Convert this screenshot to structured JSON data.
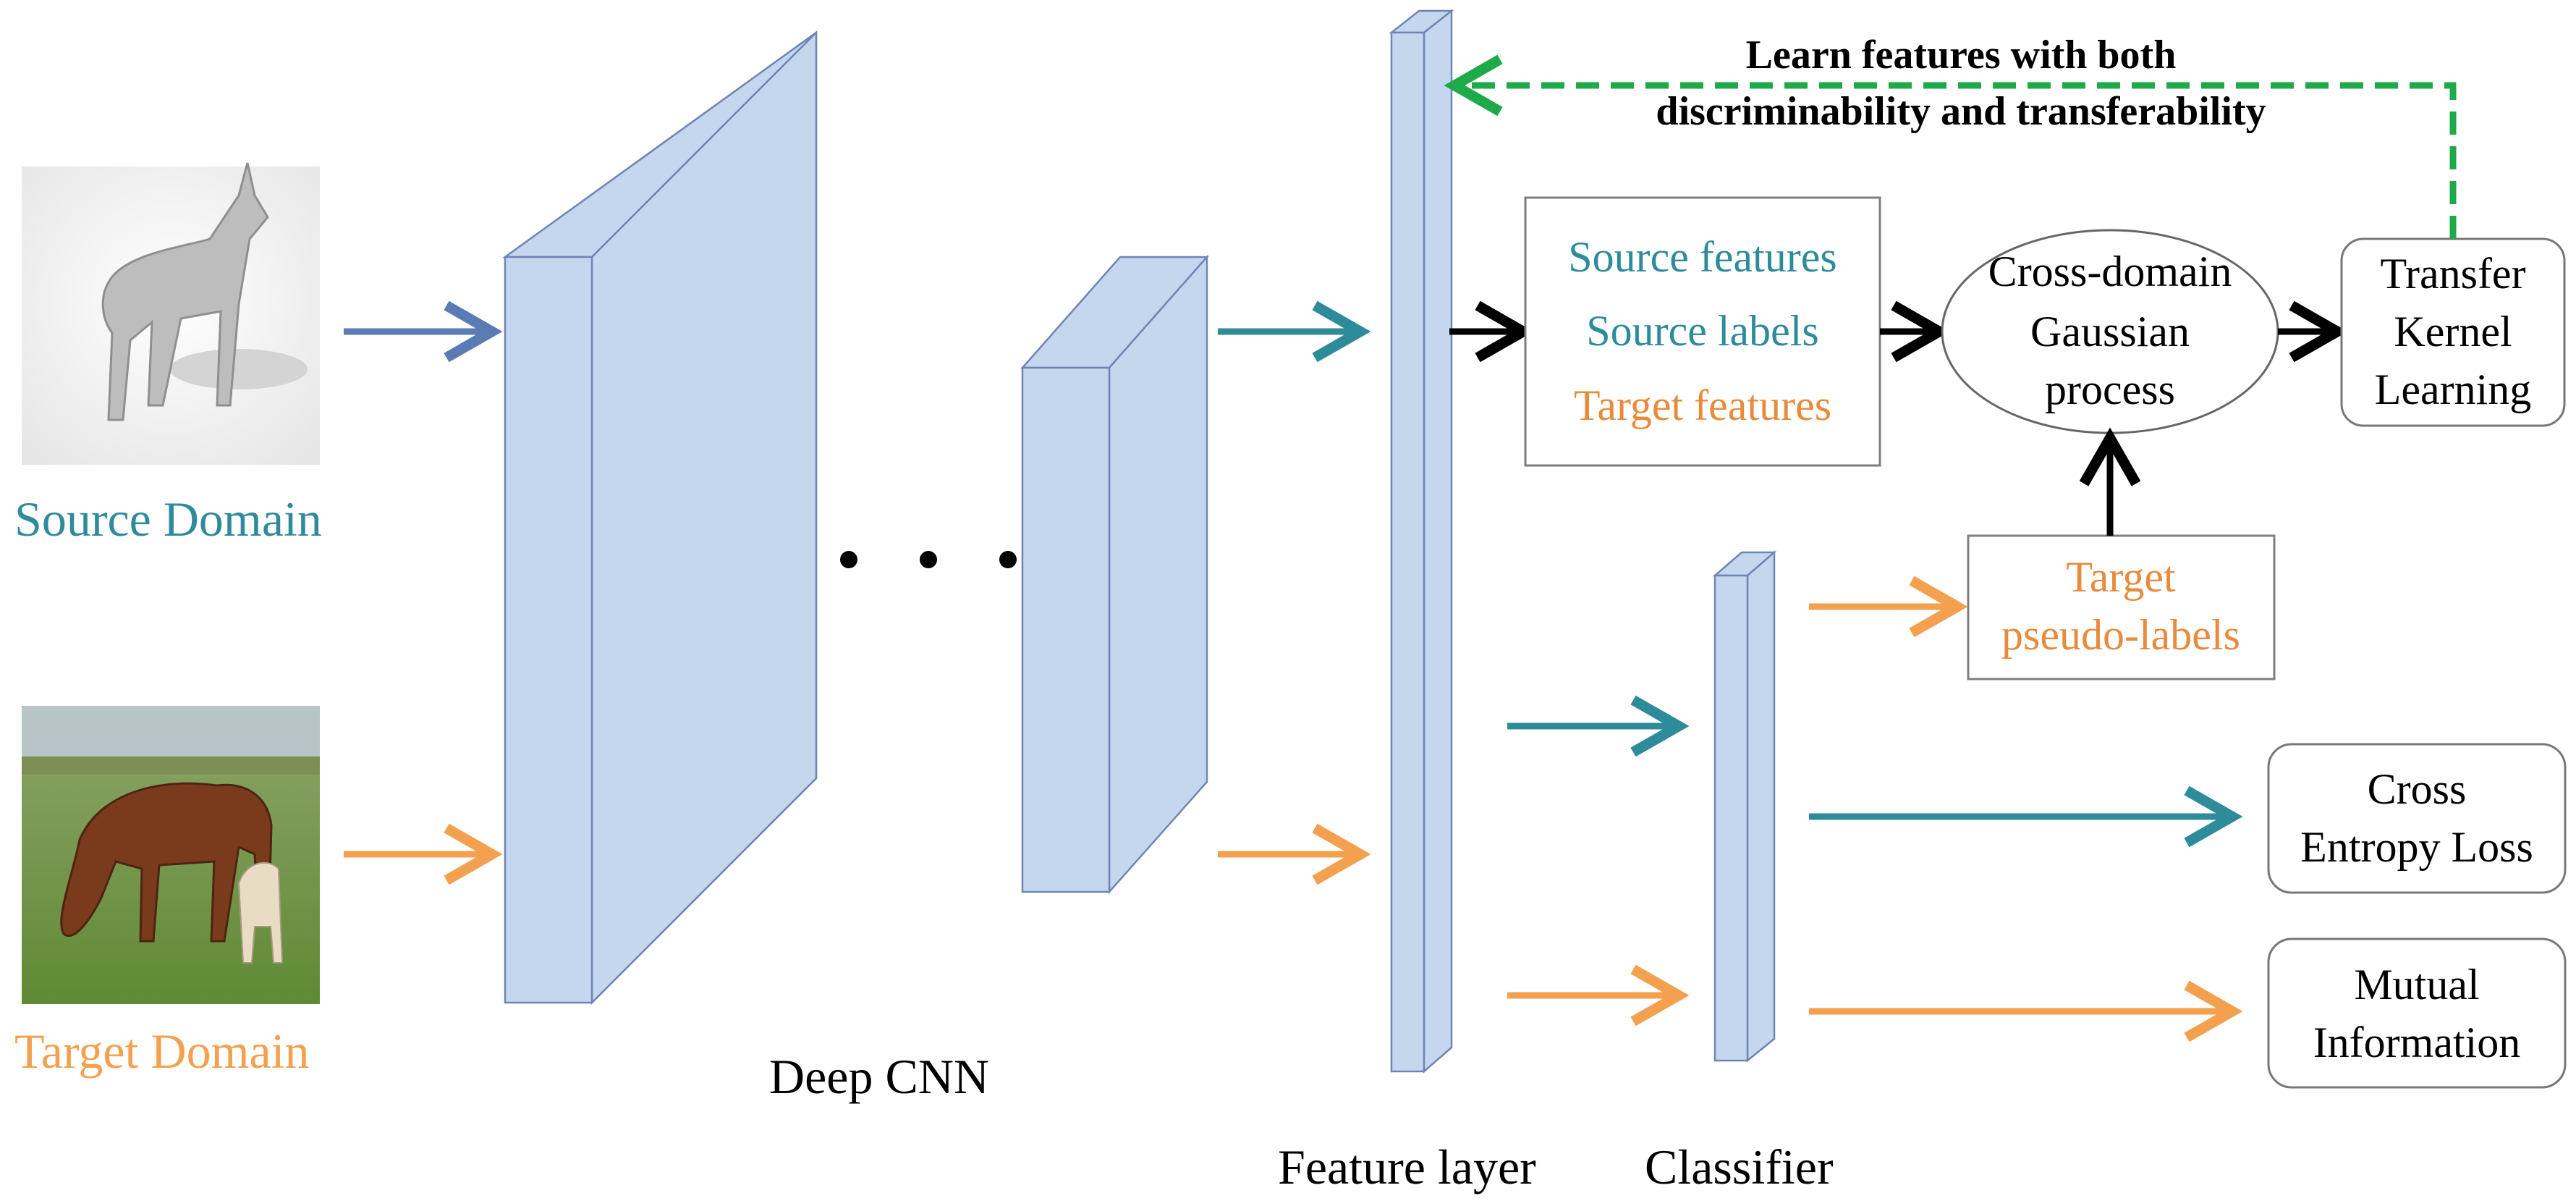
{
  "colors": {
    "block_fill": "#c5d7ef",
    "block_stroke": "#6f86b4",
    "teal": "#2e8b9a",
    "blue_arrow": "#5b7bb5",
    "orange": "#f3a04f",
    "orange_text": "#e98b3d",
    "green_dashed": "#1faa4a",
    "black": "#000000"
  },
  "domains": {
    "source_label": "Source Domain",
    "target_label": "Target Domain",
    "source_image": "horse-3d-render",
    "target_image": "horse-photo"
  },
  "labels": {
    "deep_cnn": "Deep CNN",
    "feature_layer": "Feature layer",
    "classifier": "Classifier",
    "feedback_line1": "Learn features with both",
    "feedback_line2": "discriminability and transferability"
  },
  "boxes": {
    "features_box": [
      "Source features",
      "Source labels",
      "Target features"
    ],
    "gp_ellipse": [
      "Cross-domain",
      "Gaussian",
      "process"
    ],
    "transfer_box": [
      "Transfer",
      "Kernel",
      "Learning"
    ],
    "pseudo_box": [
      "Target",
      "pseudo-labels"
    ],
    "ce_box": [
      "Cross",
      "Entropy Loss"
    ],
    "mi_box": [
      "Mutual",
      "Information"
    ]
  }
}
